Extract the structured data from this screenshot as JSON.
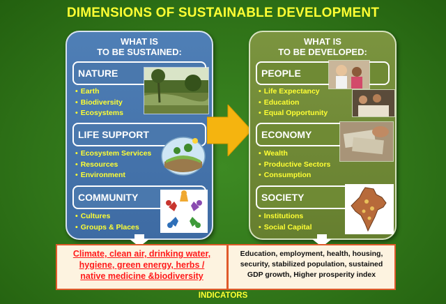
{
  "title": "DIMENSIONS OF SUSTAINABLE DEVELOPMENT",
  "left_panel": {
    "heading_line1": "WHAT IS",
    "heading_line2": "TO BE SUSTAINED:",
    "sections": [
      {
        "label": "NATURE",
        "items": [
          "Earth",
          "Biodiversity",
          "Ecosystems"
        ]
      },
      {
        "label": "LIFE SUPPORT",
        "items": [
          "Ecosystem Services",
          "Resources",
          "Environment"
        ]
      },
      {
        "label": "COMMUNITY",
        "items": [
          "Cultures",
          "Groups & Places"
        ]
      }
    ]
  },
  "right_panel": {
    "heading_line1": "WHAT IS",
    "heading_line2": "TO BE DEVELOPED:",
    "sections": [
      {
        "label": "PEOPLE",
        "items": [
          "Life Expectancy",
          "Education",
          "Equal Opportunity"
        ]
      },
      {
        "label": "ECONOMY",
        "items": [
          "Wealth",
          "Productive Sectors",
          "Consumption"
        ]
      },
      {
        "label": "SOCIETY",
        "items": [
          "Institutions",
          "Social Capital"
        ]
      }
    ]
  },
  "indicator_boxes": {
    "left_lines": [
      "Climate, clean air, drinking water,",
      "hygiene, green energy, herbs /",
      "native medicine &biodiversity"
    ],
    "right_lines": [
      "Education, employment, health, housing,",
      "security, stabilized population, sustained",
      "GDP growth, Higher prosperity index"
    ]
  },
  "footer_label": "INDICATORS",
  "colors": {
    "background": "#2f7318",
    "title_yellow": "#ffff33",
    "left_panel_blue": "#4a78ad",
    "right_panel_olive": "#6f8a34",
    "arrow_orange": "#f5b40f",
    "indicator_red": "#ff1a1a"
  }
}
